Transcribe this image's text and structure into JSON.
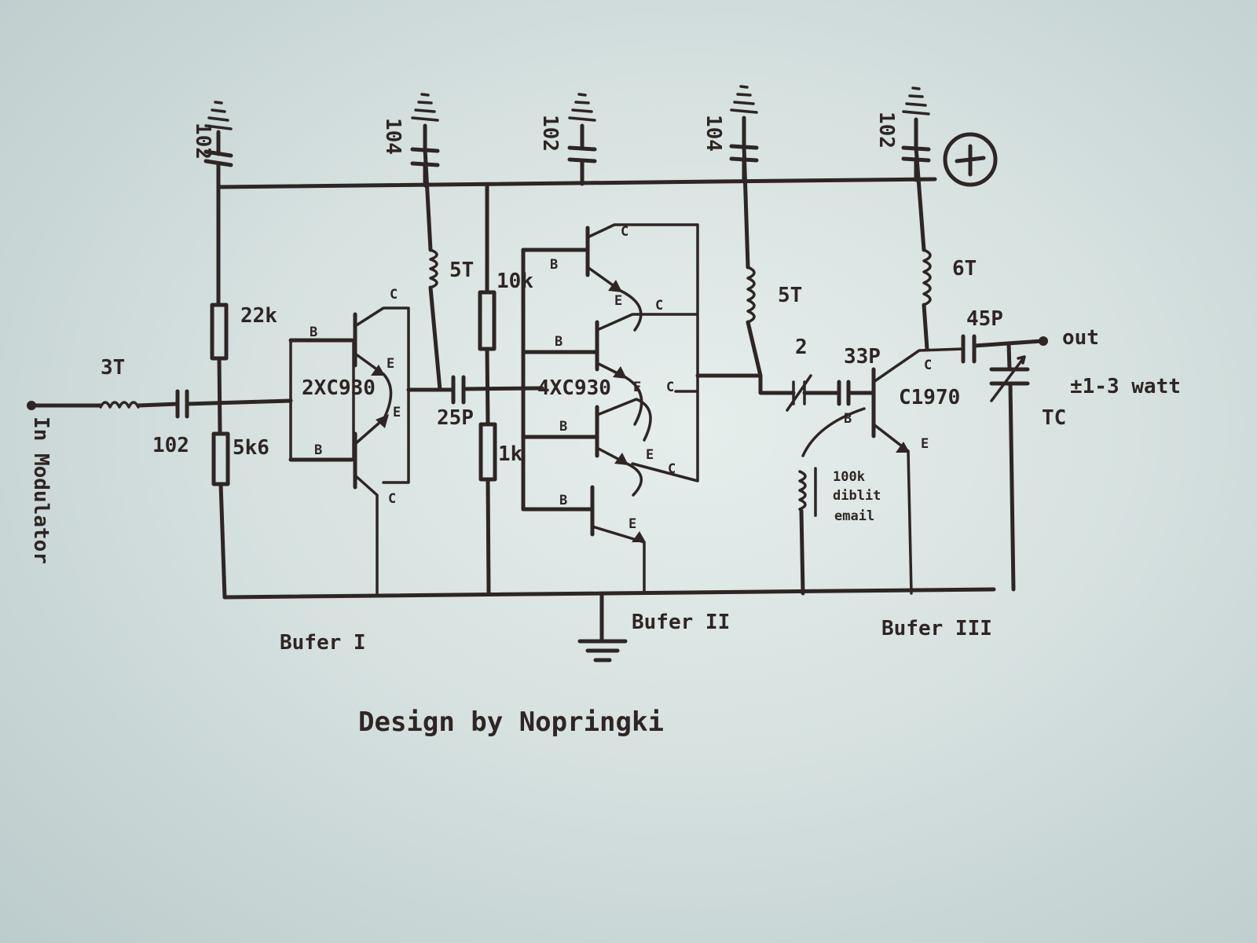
{
  "labels": {
    "input": "In Modulator",
    "coil_in": "3T",
    "cap_in": "102",
    "r_upper": "22k",
    "r_lower": "5k6",
    "q1": "2XC930",
    "cap_top1": "102",
    "cap_top2": "104",
    "cap_top3": "102",
    "cap_top4": "104",
    "cap_top5": "102",
    "coil_5t_a": "5T",
    "coil_5t_b": "5T",
    "coil_6t": "6T",
    "r_10k": "10k",
    "r_1k": "1k",
    "cap_25p": "25P",
    "q2": "4XC930",
    "trimmer_2": "2",
    "cap_33p": "33P",
    "q3": "C1970",
    "coil_100k": "100k",
    "coil_100k_note1": "diblit",
    "coil_100k_note2": "email",
    "cap_45p": "45P",
    "out": "out",
    "power": "±1-3 watt",
    "tc": "TC",
    "buf1": "Bufer I",
    "buf2": "Bufer II",
    "buf3": "Bufer III",
    "credit": "Design by Nopringki",
    "pin_b": "B",
    "pin_c": "C",
    "pin_e": "E"
  }
}
